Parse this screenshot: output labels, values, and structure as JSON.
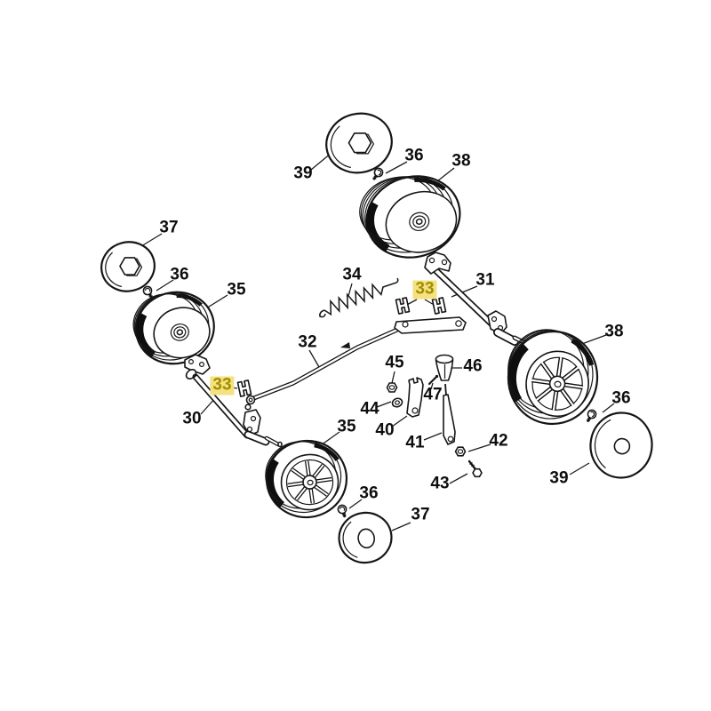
{
  "diagram": {
    "kind": "exploded-parts-diagram",
    "subject": "wheel and height-adjuster axle assembly",
    "page_background": "#ffffff",
    "line_color": "#161616",
    "highlight": {
      "bg": "#f4e181",
      "text_color": "#a28e00"
    },
    "part_numbers_visible": [
      "30",
      "31",
      "32",
      "33",
      "34",
      "35",
      "36",
      "37",
      "38",
      "39",
      "40",
      "41",
      "42",
      "43",
      "44",
      "45",
      "46",
      "47"
    ],
    "callouts": [
      {
        "text": "39",
        "highlighted": false
      },
      {
        "text": "36",
        "highlighted": false
      },
      {
        "text": "38",
        "highlighted": false
      },
      {
        "text": "37",
        "highlighted": false
      },
      {
        "text": "36",
        "highlighted": false
      },
      {
        "text": "35",
        "highlighted": false
      },
      {
        "text": "34",
        "highlighted": false
      },
      {
        "text": "33",
        "highlighted": true
      },
      {
        "text": "31",
        "highlighted": false
      },
      {
        "text": "32",
        "highlighted": false
      },
      {
        "text": "38",
        "highlighted": false
      },
      {
        "text": "33",
        "highlighted": true
      },
      {
        "text": "30",
        "highlighted": false
      },
      {
        "text": "45",
        "highlighted": false
      },
      {
        "text": "46",
        "highlighted": false
      },
      {
        "text": "47",
        "highlighted": false
      },
      {
        "text": "44",
        "highlighted": false
      },
      {
        "text": "40",
        "highlighted": false
      },
      {
        "text": "35",
        "highlighted": false
      },
      {
        "text": "41",
        "highlighted": false
      },
      {
        "text": "42",
        "highlighted": false
      },
      {
        "text": "36",
        "highlighted": false
      },
      {
        "text": "43",
        "highlighted": false
      },
      {
        "text": "39",
        "highlighted": false
      },
      {
        "text": "36",
        "highlighted": false
      },
      {
        "text": "37",
        "highlighted": false
      }
    ]
  }
}
